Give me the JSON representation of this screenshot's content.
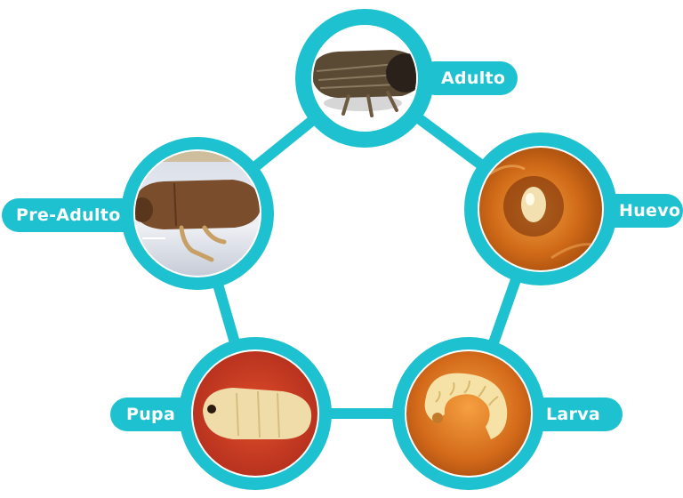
{
  "colors": {
    "accent": "#1ec1cf",
    "label_text": "#ffffff"
  },
  "stages": [
    {
      "id": "adulto",
      "label": "Adulto",
      "image": "beetle-adult-photo"
    },
    {
      "id": "huevo",
      "label": "Huevo",
      "image": "egg-photo"
    },
    {
      "id": "larva",
      "label": "Larva",
      "image": "larva-photo"
    },
    {
      "id": "pupa",
      "label": "Pupa",
      "image": "pupa-photo"
    },
    {
      "id": "preadulto",
      "label": "Pre-Adulto",
      "image": "beetle-preadult-photo"
    }
  ]
}
